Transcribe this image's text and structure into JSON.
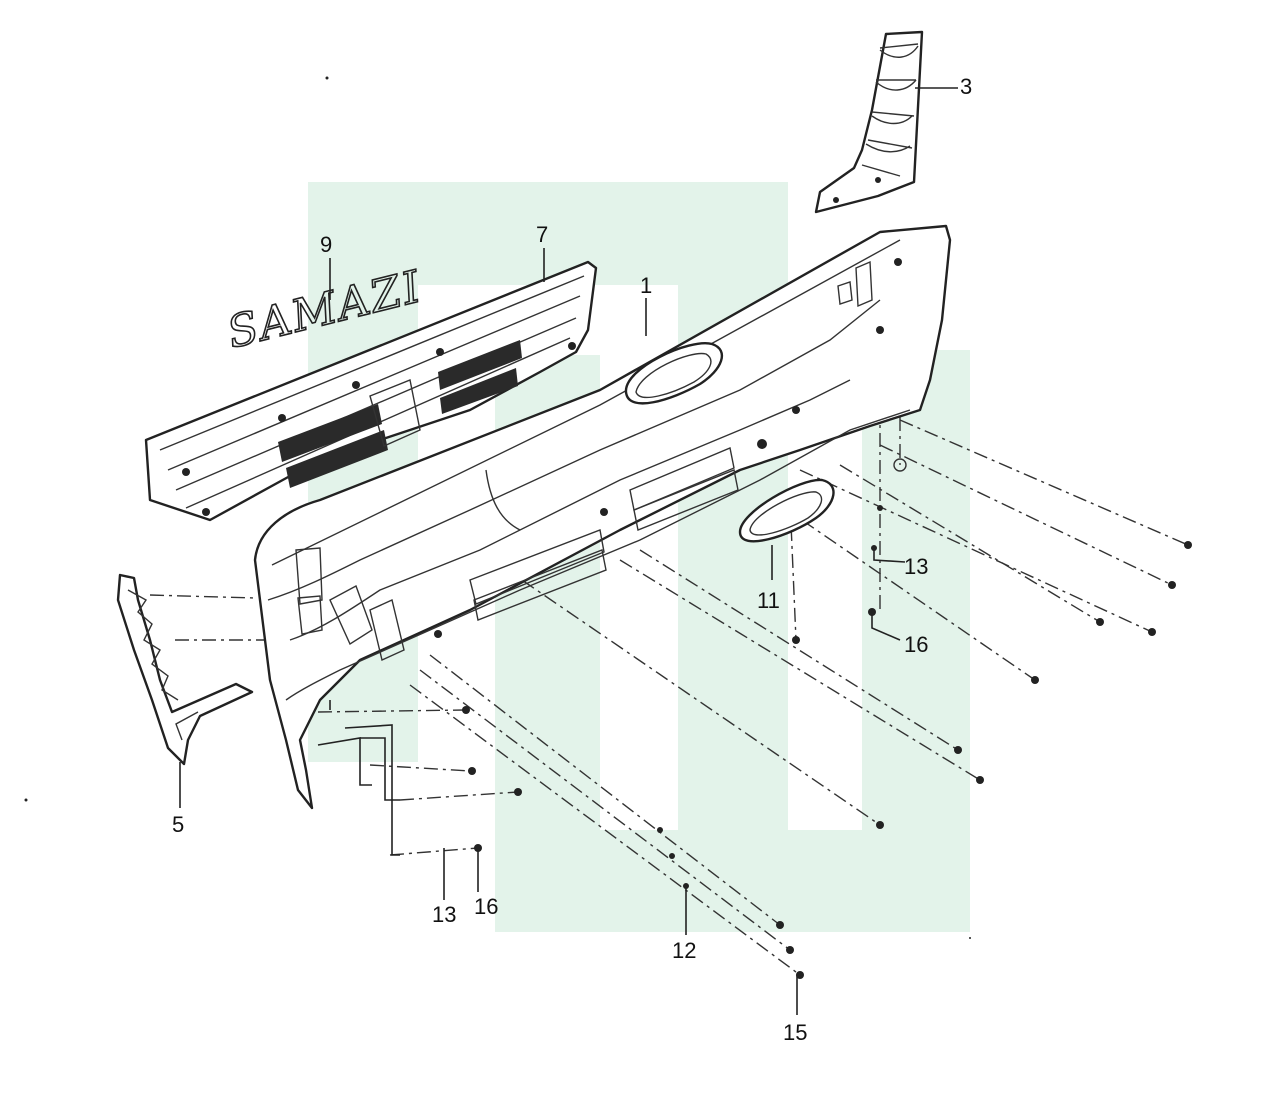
{
  "diagram": {
    "emblem_text": "SAMAZI",
    "callouts": [
      {
        "id": "c1",
        "label": "1"
      },
      {
        "id": "c3",
        "label": "3"
      },
      {
        "id": "c5",
        "label": "5"
      },
      {
        "id": "c7",
        "label": "7"
      },
      {
        "id": "c9",
        "label": "9"
      },
      {
        "id": "c11",
        "label": "11"
      },
      {
        "id": "c12",
        "label": "12"
      },
      {
        "id": "c13a",
        "label": "13"
      },
      {
        "id": "c13b",
        "label": "13"
      },
      {
        "id": "c15",
        "label": "15"
      },
      {
        "id": "c16a",
        "label": "16"
      },
      {
        "id": "c16b",
        "label": "16"
      }
    ],
    "watermark_color": "#e3f3ea",
    "line_color": "#222222"
  }
}
